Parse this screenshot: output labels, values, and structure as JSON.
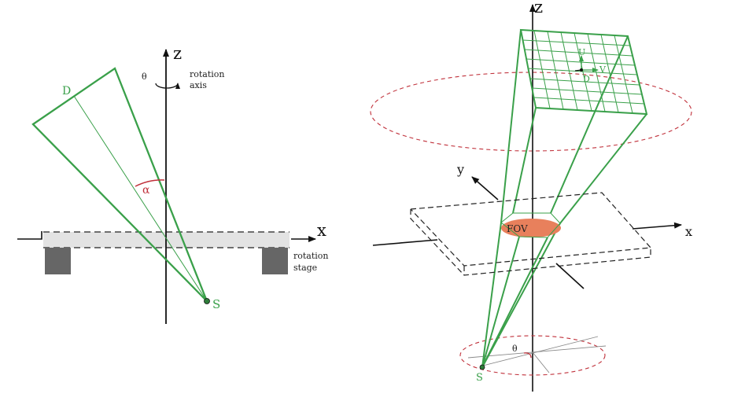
{
  "left_panel": {
    "axis_z": "z",
    "axis_x": "x",
    "theta": "θ",
    "rotation_axis": [
      "rotation",
      "axis"
    ],
    "detector": "D",
    "alpha": "α",
    "source": "S",
    "rotation_stage": [
      "rotation",
      "stage"
    ]
  },
  "right_panel": {
    "axis_z": "z",
    "axis_y": "y",
    "axis_x": "x",
    "u": "U",
    "v": "V",
    "d": "D",
    "fov": "FOV",
    "theta": "θ",
    "source": "S"
  },
  "colors": {
    "beam_green": "#3aa04a",
    "orbit_red": "#c0303a",
    "fov_fill": "#e8805c",
    "stage_fill": "#e3e3e3",
    "support_fill": "#666666"
  }
}
